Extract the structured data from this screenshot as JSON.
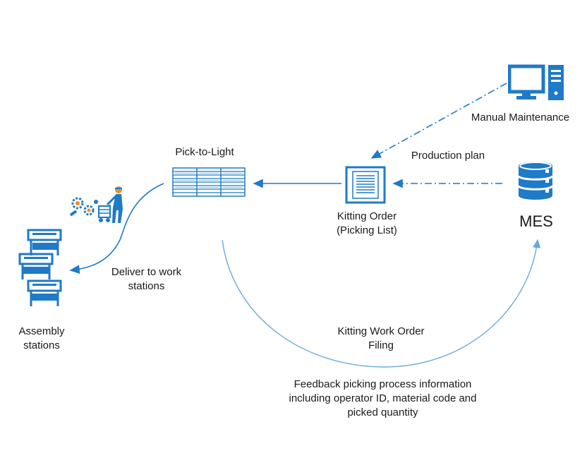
{
  "colors": {
    "primary": "#1f7ac7",
    "dark": "#0e4f8e",
    "text": "#1a1a1a"
  },
  "nodes": {
    "pick_to_light": {
      "label": "Pick-to-Light",
      "icon": "shelving-rack-icon"
    },
    "kitting_order": {
      "label_line1": "Kitting Order",
      "label_line2": "(Picking List)",
      "icon": "document-icon"
    },
    "manual_maintenance": {
      "label": "Manual Maintenance",
      "icon": "computer-icon"
    },
    "mes": {
      "label": "MES",
      "icon": "database-icon"
    },
    "assembly_stations": {
      "label_line1": "Assembly",
      "label_line2": "stations",
      "icon": "workstation-icon"
    },
    "worker": {
      "icon": "worker-cart-icon"
    },
    "parts": {
      "icon": "gears-icon"
    }
  },
  "edges": {
    "production_plan": {
      "label": "Production plan"
    },
    "deliver": {
      "label_line1": "Deliver to work",
      "label_line2": "stations"
    },
    "filing": {
      "label_line1": "Kitting Work Order",
      "label_line2": "Filing"
    }
  },
  "feedback": {
    "line1": "Feedback picking process information",
    "line2": "including operator ID, material code and",
    "line3": "picked quantity"
  }
}
